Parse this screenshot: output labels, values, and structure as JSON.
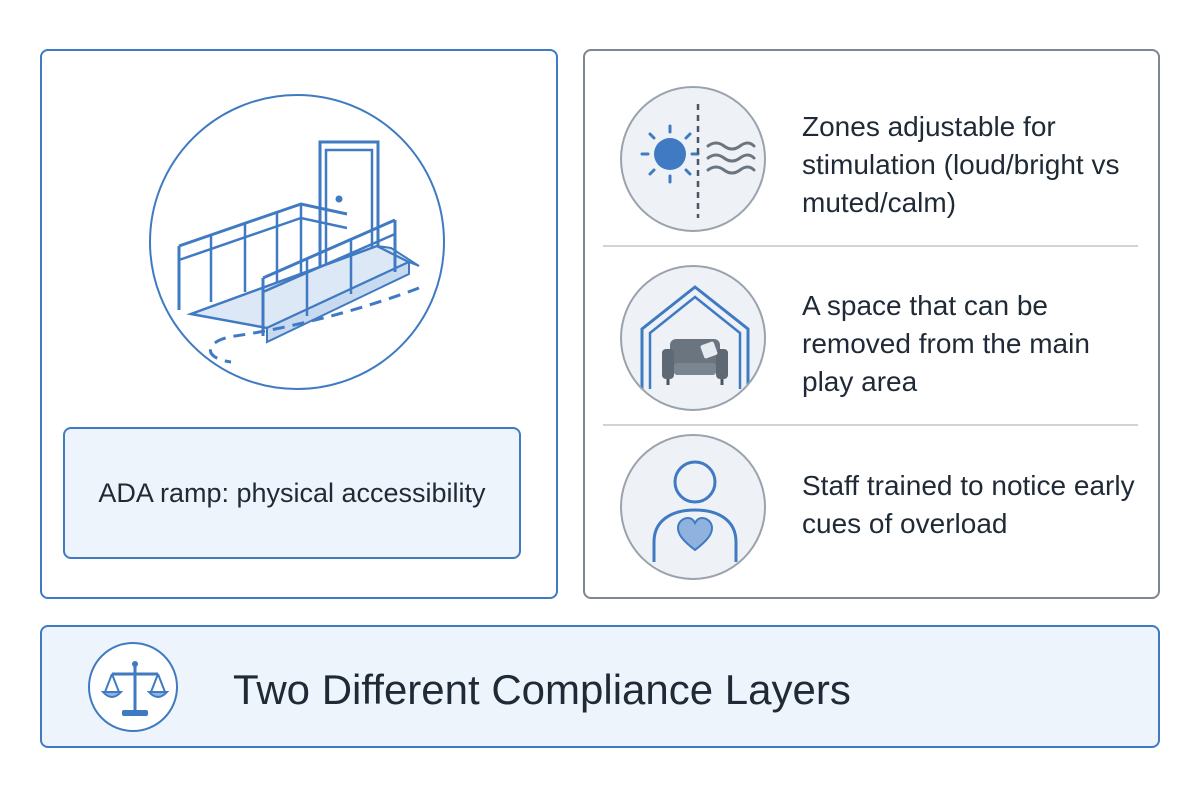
{
  "left_panel": {
    "caption": "ADA ramp: physical accessibility",
    "icon": "ramp-with-door-icon"
  },
  "right_panel": {
    "items": [
      {
        "text": "Zones adjustable for stimulation (loud/bright vs muted/calm)",
        "icon": "sun-and-waves-icon"
      },
      {
        "text": "A space that can be removed from the main play area",
        "icon": "house-with-armchair-icon"
      },
      {
        "text": "Staff trained to notice early cues of overload",
        "icon": "person-with-heart-icon"
      }
    ]
  },
  "banner": {
    "title": "Two Different Compliance Layers",
    "icon": "balance-scale-icon"
  },
  "colors": {
    "accent_blue": "#3f7ac2",
    "light_blue_fill": "#eef4fb",
    "gray_border": "#7d8791",
    "text": "#1f2a36"
  }
}
